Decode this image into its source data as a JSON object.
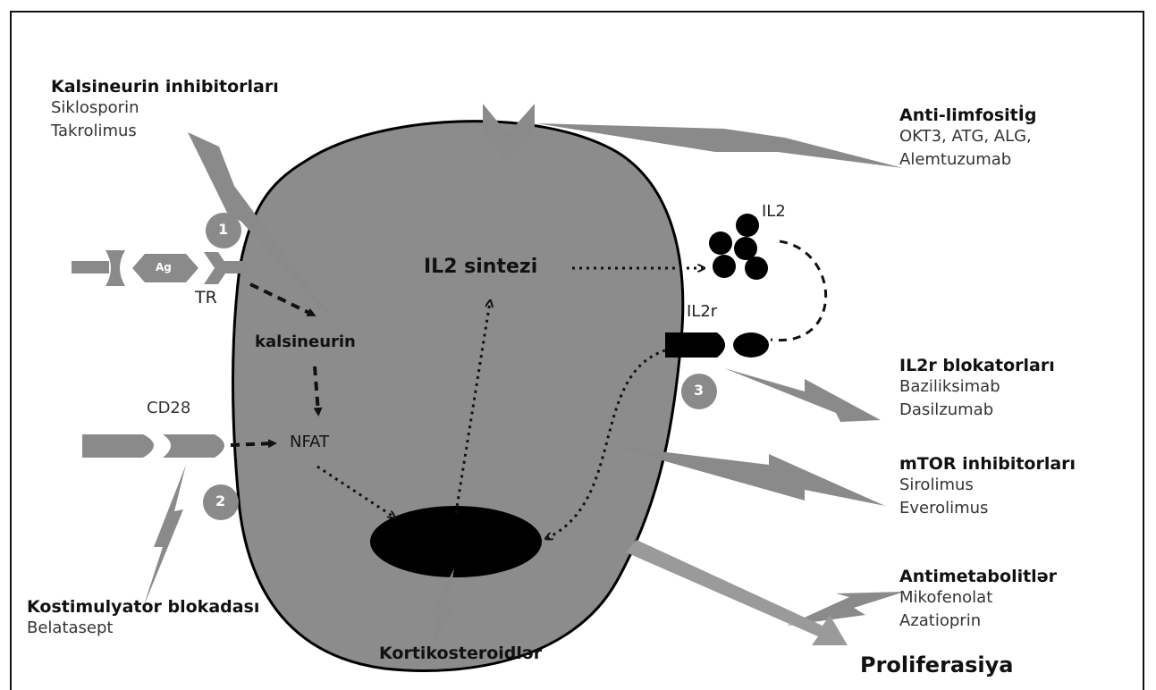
{
  "drug_classes": [
    {
      "title": "Kalsineurin inhibitorları",
      "items": [
        "Siklosporin",
        "Takrolimus"
      ]
    },
    {
      "title": "Anti-limfositİg",
      "items": [
        "OKT3, ATG, ALG,",
        "Alemtuzumab"
      ]
    },
    {
      "title": "IL2r blokatorları",
      "items": [
        "Baziliksimab",
        "Dasilzumab"
      ]
    },
    {
      "title": "mTOR inhibitorları",
      "items": [
        "Sirolimus",
        "Everolimus"
      ]
    },
    {
      "title": "Antimetabolitlər",
      "items": [
        "Mikofenolat",
        "Azatioprin"
      ]
    },
    {
      "title": "Kostimulyator blokadası",
      "items": [
        "Belatasept"
      ]
    }
  ],
  "corticosteroids_label": "Kortikosteroidlər",
  "proliferation_label": "Proliferasiya",
  "cell_labels": {
    "il2_synthesis": "IL2 sintezi",
    "calcineurin": "kalsineurin",
    "nfat": "NFAT"
  },
  "receptor_labels": {
    "tr": "TR",
    "ag": "Ag",
    "cd28": "CD28",
    "il2": "IL2",
    "il2r": "IL2r"
  },
  "step_numbers": [
    "1",
    "2",
    "3"
  ],
  "colors": {
    "cell_fill": "#8c8c8c",
    "nucleus": "#000000",
    "receptor_gray": "#8a8a8a",
    "arrow_gray": "#9a9a9a",
    "step_circle": "#8a8a8a"
  }
}
